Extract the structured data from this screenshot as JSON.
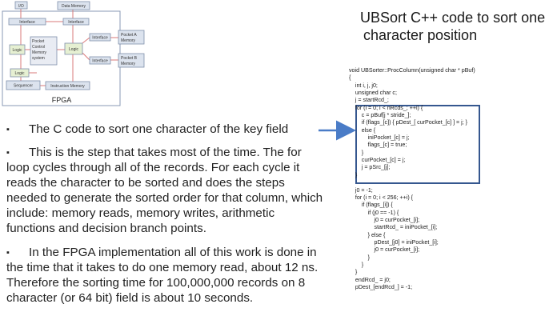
{
  "diagram": {
    "blocks": {
      "io": "I/O",
      "data_memory": "Data Memory",
      "interface_left": "Interface",
      "interface_right": "Interface",
      "pocket_control": [
        "Pocket",
        "Control",
        "Memory",
        "system"
      ],
      "interface_a": "Interface",
      "interface_b": "Interface",
      "pocket_a": [
        "Pocket A",
        "Memory"
      ],
      "pocket_b": [
        "Pocket B",
        "Memory"
      ],
      "logic_1": "Logic",
      "logic_2": "Logic",
      "logic_3": "Logic",
      "sequencer": "Sequencer",
      "instruction_memory": "Instruction Memory",
      "fpga_label": "FPGA"
    },
    "colors": {
      "block_fill": "#dce3ee",
      "block_border": "#7f8fab",
      "line": "#d97a7a",
      "logic_fill": "#e6f0d2",
      "pocket_fill": "#e9ecf3",
      "arrow": "#4a7cc7"
    }
  },
  "title": {
    "line1": "UBSort C++ code to sort one",
    "line2": "character position"
  },
  "bullets": [
    {
      "text": "The  C code to sort one character of the key field"
    },
    {
      "text": "This is the step that takes most of the time.  The for loop cycles through all of the records. For each cycle it reads the character to be sorted and does the steps needed to generate the sorted order for that column, which include: memory reads, memory writes, arithmetic functions and decision branch points."
    },
    {
      "text": "In the FPGA implementation all of this work is done in the time that it takes to do one memory read, about 12 ns.  Therefore the sorting  time for 100,000,000  records on 8 character (or 64 bit) field is about 10 seconds."
    }
  ],
  "bullet_marker": "▪",
  "code_lines": [
    "void UBSorter::ProcColumn(unsigned char * pBuf)",
    "{",
    "    int i, j, j0;",
    "    unsigned char c;",
    "    j = startRcd_;",
    "    for (i = 0; i < nRcds_; ++i) {",
    "        c = pBuf[j * stride_];",
    "        if (flags_[c]) { pDest_[ curPocket_[c] ] = j; }",
    "        else {",
    "            iniPocket_[c] = j;",
    "            flags_[c] = true;",
    "        }",
    "        curPocket_[c] = j;",
    "        j = pSrc_[j];",
    "    }",
    "",
    "    j0 = -1;",
    "    for (i = 0; i < 256; ++i) {",
    "        if (flags_[i]) {",
    "            if (j0 == -1) {",
    "                j0 = curPocket_[i];",
    "                startRcd_ = iniPocket_[i];",
    "            } else {",
    "                pDest_[j0] = iniPocket_[i];",
    "                j0 = curPocket_[i];",
    "            }",
    "        }",
    "    }",
    "    endRcd_ = j0;",
    "    pDest_[endRcd_] = -1;"
  ]
}
